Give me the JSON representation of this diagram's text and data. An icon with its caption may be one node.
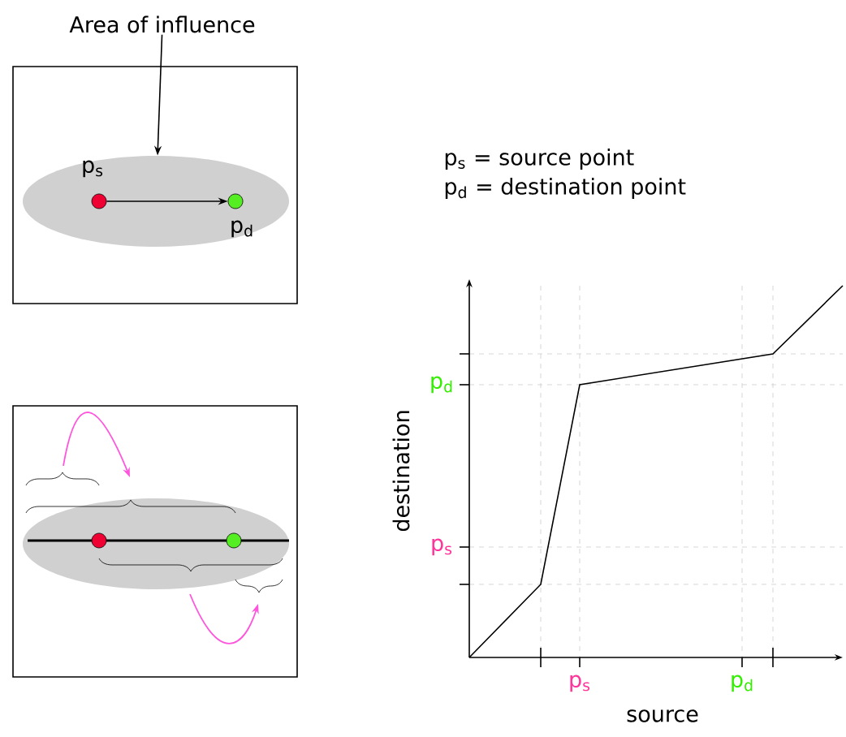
{
  "diagram": {
    "nodes": [
      {
        "text": [
          "Area of influence"
        ]
      },
      {
        "text": [],
        "shape": "box"
      },
      {
        "text": [],
        "shape": "ellipse",
        "in": 1
      },
      {
        "text": [],
        "shape": "circle",
        "in": 2,
        "beside": [
          "p$_{s}$"
        ]
      },
      {
        "text": [],
        "shape": "circle",
        "in": 2,
        "beside": [
          "p$_{d}$"
        ]
      }
    ],
    "edges": [
      {
        "from": 0,
        "to": 2,
        "arrow": "to"
      },
      {
        "from": 3,
        "to": 4,
        "arrow": "to"
      }
    ],
    "labels": [
      "p$_{s}$ = source point",
      "p$_{d}$ = destination point",
      "p$_{d}$",
      "destination",
      "p$_{s}$",
      "p$_{s}$",
      "p$_{d}$",
      "source"
    ]
  }
}
